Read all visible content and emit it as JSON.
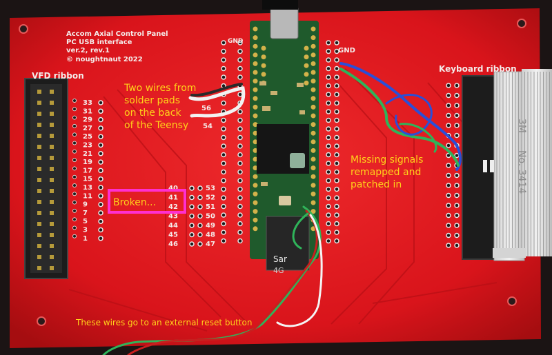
{
  "board": {
    "title_lines": [
      "Accom Axial Control Panel",
      "PC USB interface",
      "ver.2, rev.1",
      "© noughtnaut 2022"
    ],
    "left_label": "VFD ribbon",
    "right_label": "Keyboard ribbon",
    "left_pin_numbers": [
      "33",
      "31",
      "29",
      "27",
      "25",
      "23",
      "21",
      "19",
      "17",
      "15",
      "13",
      "11",
      "9",
      "7",
      "5",
      "3",
      "1"
    ],
    "mid_left_numbers": [
      "40",
      "41",
      "42",
      "43",
      "44",
      "45",
      "46"
    ],
    "mid_right_numbers": [
      "53",
      "52",
      "51",
      "50",
      "49",
      "48",
      "47"
    ],
    "pad_56": "56",
    "pad_54": "54",
    "gnd_top": "GND",
    "gnd_right": "GND",
    "cable_print_a": "3M",
    "cable_print_b": "No. 3414",
    "chip_text": "Sar",
    "chip_text2": "4G"
  },
  "annotations": {
    "two_wires": [
      "Two wires from",
      "solder pads",
      "on the back",
      "of the Teensy"
    ],
    "broken": "Broken...",
    "missing": [
      "Missing signals",
      "remapped and",
      "patched in"
    ],
    "reset": "These wires go to an external reset button"
  },
  "colors": {
    "pcb": "#d9141b",
    "pcb_dark": "#a80e12",
    "teensy": "#1f5a2c",
    "annotation_text": "#ffd21a",
    "highlight_box": "#ff2fd0",
    "wire_blue": "#2a4fd8",
    "wire_green": "#2fb45a"
  }
}
